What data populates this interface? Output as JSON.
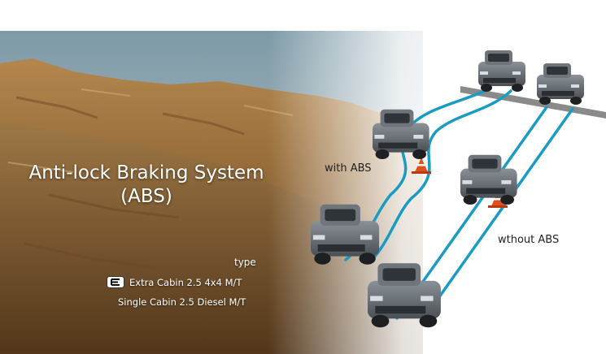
{
  "feature": {
    "title_line1": "Anti-lock Braking System",
    "title_line2": "(ABS)"
  },
  "availability": {
    "heading": "type",
    "variants": [
      {
        "badge_icon": "e-grade-badge-icon",
        "label": "Extra Cabin 2.5 4x4 M/T"
      },
      {
        "label": "Single Cabin 2.5 Diesel M/T"
      }
    ]
  },
  "diagram": {
    "with_abs_label": "with ABS",
    "without_abs_label": "wthout ABS",
    "lane_color": "#1a9bc2",
    "truck_color": "#5b6066",
    "cone_color": "#e0501c"
  }
}
